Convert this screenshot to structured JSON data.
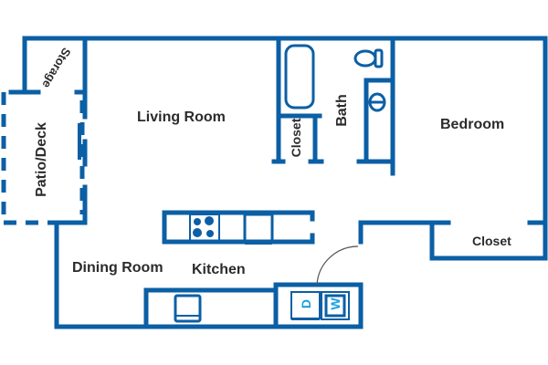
{
  "colors": {
    "wall": "#0b5fa5",
    "appliance_letter": "#1aa0e0",
    "door_arc": "#555555",
    "label": "#2b2b2b",
    "background": "#ffffff"
  },
  "rooms": {
    "living_room": "Living Room",
    "dining_room": "Dining Room",
    "kitchen": "Kitchen",
    "bath": "Bath",
    "bedroom": "Bedroom",
    "hall_closet": "Closet",
    "bedroom_closet": "Closet",
    "patio": "Patio/Deck",
    "storage": "Storage"
  },
  "appliances": {
    "dryer_letter": "D",
    "washer_letter": "W"
  }
}
